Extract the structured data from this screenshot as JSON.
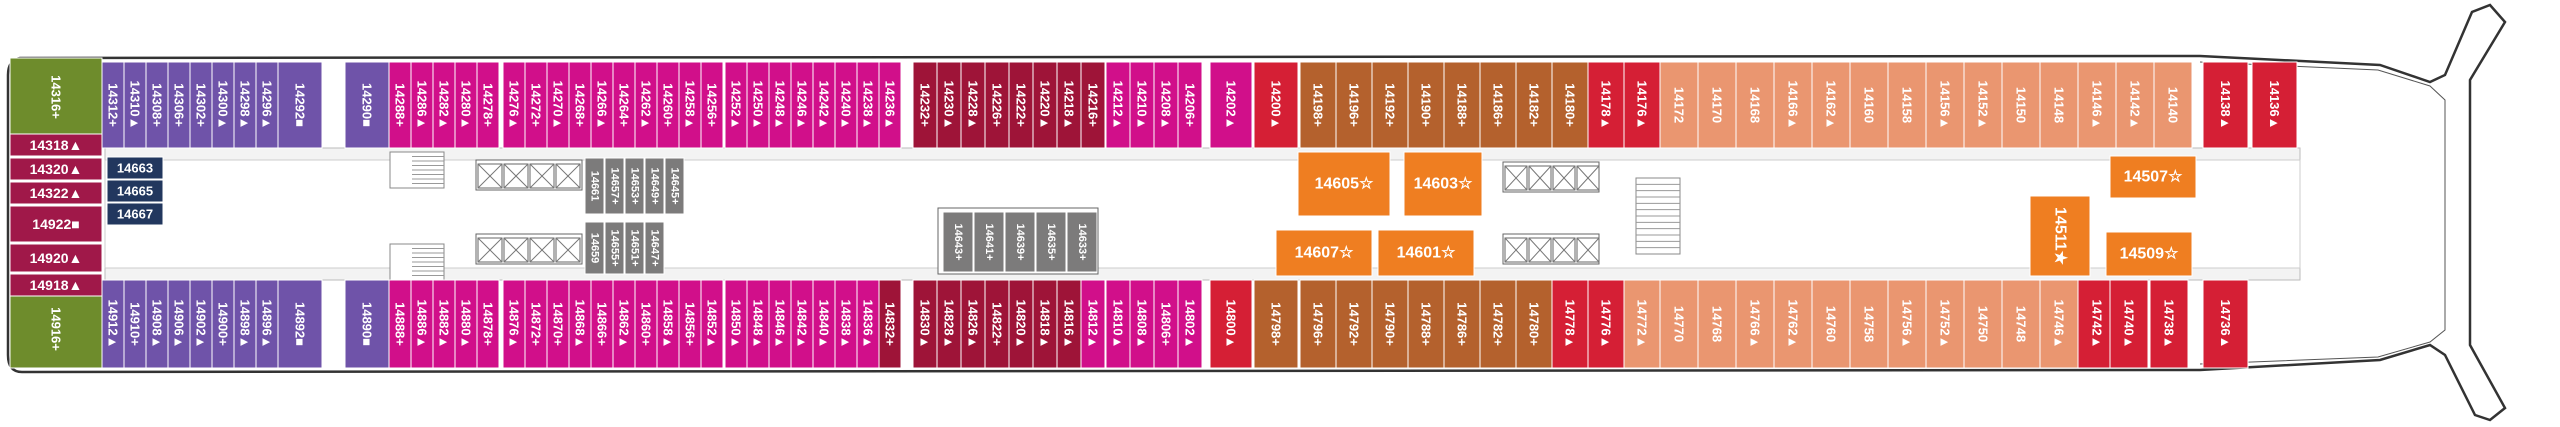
{
  "deck": {
    "colors": {
      "green": "#6E8C2C",
      "violet": "#6F53A9",
      "pink": "#D10F8A",
      "crimson": "#9E1438",
      "red": "#D51F35",
      "salmon": "#EA9670",
      "brown": "#B4612D",
      "orange": "#EF7E21",
      "gray": "#7C7B7B",
      "navy": "#22375E",
      "maroon": "#A01849"
    },
    "top_row": [
      {
        "label": "14316+",
        "color": "green"
      },
      {
        "label": "14312+",
        "color": "violet"
      },
      {
        "label": "14310▲",
        "color": "violet"
      },
      {
        "label": "14308+",
        "color": "violet"
      },
      {
        "label": "14306+",
        "color": "violet"
      },
      {
        "label": "14302+",
        "color": "violet"
      },
      {
        "label": "14300▲",
        "color": "violet"
      },
      {
        "label": "14298▲",
        "color": "violet"
      },
      {
        "label": "14296▲",
        "color": "violet"
      },
      {
        "label": "14292■",
        "color": "violet"
      },
      {
        "label": "14290■",
        "color": "violet"
      },
      {
        "label": "14288+",
        "color": "pink"
      },
      {
        "label": "14286▲",
        "color": "pink"
      },
      {
        "label": "14282▲",
        "color": "pink"
      },
      {
        "label": "14280▲",
        "color": "pink"
      },
      {
        "label": "14278+",
        "color": "pink"
      },
      {
        "label": "14276▲",
        "color": "pink"
      },
      {
        "label": "14272+",
        "color": "pink"
      },
      {
        "label": "14270▲",
        "color": "pink"
      },
      {
        "label": "14268+",
        "color": "pink"
      },
      {
        "label": "14266▲",
        "color": "pink"
      },
      {
        "label": "14264+",
        "color": "pink"
      },
      {
        "label": "14262▲",
        "color": "pink"
      },
      {
        "label": "14260+",
        "color": "pink"
      },
      {
        "label": "14258▲",
        "color": "pink"
      },
      {
        "label": "14256+",
        "color": "pink"
      },
      {
        "label": "14252▲",
        "color": "pink"
      },
      {
        "label": "14250▲",
        "color": "pink"
      },
      {
        "label": "14248▲",
        "color": "pink"
      },
      {
        "label": "14246▲",
        "color": "pink"
      },
      {
        "label": "14242▲",
        "color": "pink"
      },
      {
        "label": "14240▲",
        "color": "pink"
      },
      {
        "label": "14238▲",
        "color": "pink"
      },
      {
        "label": "14236▲",
        "color": "pink"
      },
      {
        "label": "14232+",
        "color": "crimson"
      },
      {
        "label": "14230▲",
        "color": "crimson"
      },
      {
        "label": "14228▲",
        "color": "crimson"
      },
      {
        "label": "14226+",
        "color": "crimson"
      },
      {
        "label": "14222+",
        "color": "crimson"
      },
      {
        "label": "14220▲",
        "color": "crimson"
      },
      {
        "label": "14218▲",
        "color": "crimson"
      },
      {
        "label": "14216+",
        "color": "crimson"
      },
      {
        "label": "14212▲",
        "color": "pink"
      },
      {
        "label": "14210▲",
        "color": "pink"
      },
      {
        "label": "14208▲",
        "color": "pink"
      },
      {
        "label": "14206+",
        "color": "pink"
      },
      {
        "label": "14202▲",
        "color": "pink"
      },
      {
        "label": "14200▲",
        "color": "red"
      },
      {
        "label": "14198+",
        "color": "brown"
      },
      {
        "label": "14196+",
        "color": "brown"
      },
      {
        "label": "14192+",
        "color": "brown"
      },
      {
        "label": "14190+",
        "color": "brown"
      },
      {
        "label": "14188+",
        "color": "brown"
      },
      {
        "label": "14186+",
        "color": "brown"
      },
      {
        "label": "14182+",
        "color": "brown"
      },
      {
        "label": "14180+",
        "color": "brown"
      },
      {
        "label": "14178▲",
        "color": "red"
      },
      {
        "label": "14176▲",
        "color": "red"
      },
      {
        "label": "14172",
        "color": "salmon"
      },
      {
        "label": "14170",
        "color": "salmon"
      },
      {
        "label": "14168",
        "color": "salmon"
      },
      {
        "label": "14166▲",
        "color": "salmon"
      },
      {
        "label": "14162▲",
        "color": "salmon"
      },
      {
        "label": "14160",
        "color": "salmon"
      },
      {
        "label": "14158",
        "color": "salmon"
      },
      {
        "label": "14156▲",
        "color": "salmon"
      },
      {
        "label": "14152▲",
        "color": "salmon"
      },
      {
        "label": "14150",
        "color": "salmon"
      },
      {
        "label": "14148",
        "color": "salmon"
      },
      {
        "label": "14146▲",
        "color": "salmon"
      },
      {
        "label": "14142▲",
        "color": "salmon"
      },
      {
        "label": "14140",
        "color": "salmon"
      },
      {
        "label": "14138▲",
        "color": "red"
      },
      {
        "label": "14136▲",
        "color": "red"
      }
    ],
    "bottom_row": [
      {
        "label": "14916+",
        "color": "green"
      },
      {
        "label": "14912▲",
        "color": "violet"
      },
      {
        "label": "14910+",
        "color": "violet"
      },
      {
        "label": "14908▲",
        "color": "violet"
      },
      {
        "label": "14906▲",
        "color": "violet"
      },
      {
        "label": "14902▲",
        "color": "violet"
      },
      {
        "label": "14900+",
        "color": "violet"
      },
      {
        "label": "14898▲",
        "color": "violet"
      },
      {
        "label": "14896▲",
        "color": "violet"
      },
      {
        "label": "14892■",
        "color": "violet"
      },
      {
        "label": "14890■",
        "color": "violet"
      },
      {
        "label": "14888+",
        "color": "pink"
      },
      {
        "label": "14886▲",
        "color": "pink"
      },
      {
        "label": "14882▲",
        "color": "pink"
      },
      {
        "label": "14880▲",
        "color": "pink"
      },
      {
        "label": "14878+",
        "color": "pink"
      },
      {
        "label": "14876▲",
        "color": "pink"
      },
      {
        "label": "14872+",
        "color": "pink"
      },
      {
        "label": "14870+",
        "color": "pink"
      },
      {
        "label": "14868▲",
        "color": "pink"
      },
      {
        "label": "14866+",
        "color": "pink"
      },
      {
        "label": "14862▲",
        "color": "pink"
      },
      {
        "label": "14860+",
        "color": "pink"
      },
      {
        "label": "14858▲",
        "color": "pink"
      },
      {
        "label": "14856+",
        "color": "pink"
      },
      {
        "label": "14852▲",
        "color": "pink"
      },
      {
        "label": "14850▲",
        "color": "pink"
      },
      {
        "label": "14848▲",
        "color": "pink"
      },
      {
        "label": "14846▲",
        "color": "pink"
      },
      {
        "label": "14842▲",
        "color": "pink"
      },
      {
        "label": "14840▲",
        "color": "pink"
      },
      {
        "label": "14838▲",
        "color": "pink"
      },
      {
        "label": "14836▲",
        "color": "pink"
      },
      {
        "label": "14832+",
        "color": "crimson"
      },
      {
        "label": "14830▲",
        "color": "crimson"
      },
      {
        "label": "14828▲",
        "color": "crimson"
      },
      {
        "label": "14826▲",
        "color": "crimson"
      },
      {
        "label": "14822+",
        "color": "crimson"
      },
      {
        "label": "14820▲",
        "color": "crimson"
      },
      {
        "label": "14818▲",
        "color": "crimson"
      },
      {
        "label": "14816▲",
        "color": "crimson"
      },
      {
        "label": "14812▲",
        "color": "pink"
      },
      {
        "label": "14810▲",
        "color": "pink"
      },
      {
        "label": "14808▲",
        "color": "pink"
      },
      {
        "label": "14806+",
        "color": "pink"
      },
      {
        "label": "14802▲",
        "color": "pink"
      },
      {
        "label": "14800▲",
        "color": "red"
      },
      {
        "label": "14798+",
        "color": "brown"
      },
      {
        "label": "14796+",
        "color": "brown"
      },
      {
        "label": "14792+",
        "color": "brown"
      },
      {
        "label": "14790+",
        "color": "brown"
      },
      {
        "label": "14788+",
        "color": "brown"
      },
      {
        "label": "14786+",
        "color": "brown"
      },
      {
        "label": "14782+",
        "color": "brown"
      },
      {
        "label": "14780+",
        "color": "brown"
      },
      {
        "label": "14778▲",
        "color": "red"
      },
      {
        "label": "14776▲",
        "color": "red"
      },
      {
        "label": "14772▲",
        "color": "salmon"
      },
      {
        "label": "14770",
        "color": "salmon"
      },
      {
        "label": "14768",
        "color": "salmon"
      },
      {
        "label": "14766▲",
        "color": "salmon"
      },
      {
        "label": "14762▲",
        "color": "salmon"
      },
      {
        "label": "14760",
        "color": "salmon"
      },
      {
        "label": "14758",
        "color": "salmon"
      },
      {
        "label": "14756▲",
        "color": "salmon"
      },
      {
        "label": "14752▲",
        "color": "salmon"
      },
      {
        "label": "14750",
        "color": "salmon"
      },
      {
        "label": "14748",
        "color": "salmon"
      },
      {
        "label": "14746▲",
        "color": "salmon"
      },
      {
        "label": "14742▲",
        "color": "red"
      },
      {
        "label": "14740▲",
        "color": "red"
      },
      {
        "label": "14738▲",
        "color": "red"
      },
      {
        "label": "14736▲",
        "color": "red"
      }
    ],
    "aft_cabins": [
      {
        "label": "14318▲",
        "color": "maroon"
      },
      {
        "label": "14320▲",
        "color": "maroon"
      },
      {
        "label": "14322▲",
        "color": "maroon"
      },
      {
        "label": "14922■",
        "color": "maroon"
      },
      {
        "label": "14920▲",
        "color": "maroon"
      },
      {
        "label": "14918▲",
        "color": "maroon"
      }
    ],
    "interior_navy": [
      "14663",
      "14665",
      "14667"
    ],
    "interior_gray_a": [
      "14661",
      "14657+",
      "14653+",
      "14649+",
      "14645+"
    ],
    "interior_gray_b": [
      "14659",
      "14655+",
      "14651+",
      "14647+"
    ],
    "interior_gray_c": [
      "14643+",
      "14641+",
      "14639+",
      "14635+",
      "14633+"
    ],
    "suites": [
      {
        "label": "14605☆",
        "color": "orange"
      },
      {
        "label": "14603☆",
        "color": "orange"
      },
      {
        "label": "14607☆",
        "color": "orange"
      },
      {
        "label": "14601☆",
        "color": "orange"
      },
      {
        "label": "14507☆",
        "color": "orange"
      },
      {
        "label": "14511★",
        "color": "orange"
      },
      {
        "label": "14509☆",
        "color": "orange"
      }
    ]
  }
}
